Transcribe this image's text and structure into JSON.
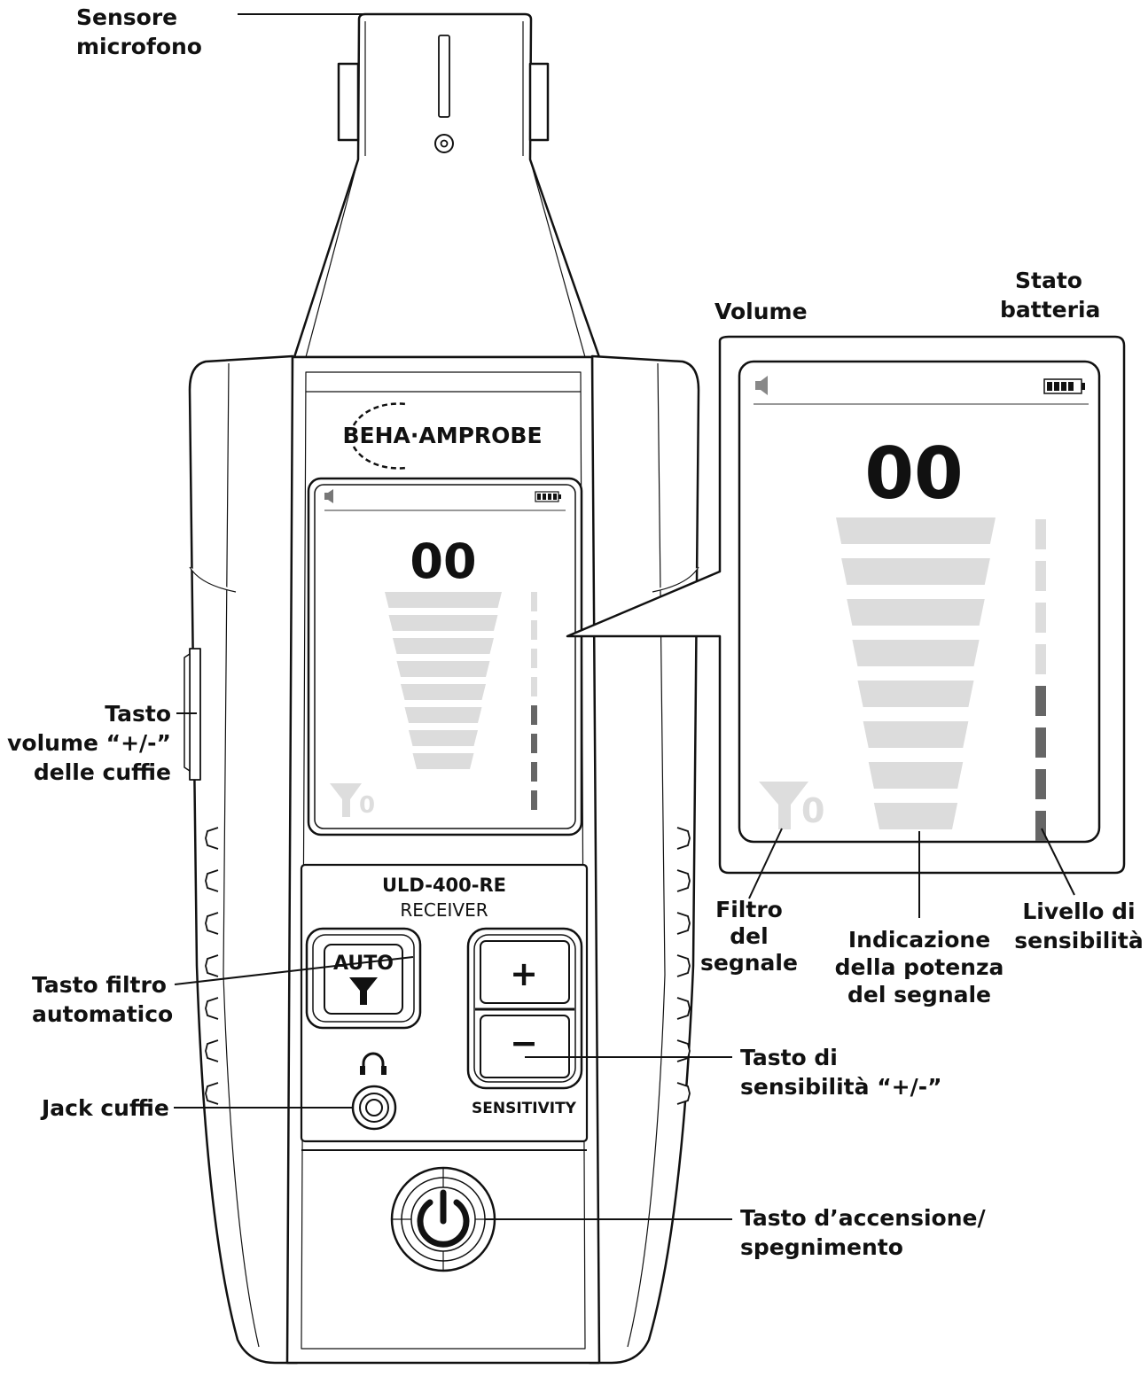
{
  "device": {
    "brand": "BEHA·AMPROBE",
    "model": "ULD-400-RE",
    "model_sub": "RECEIVER",
    "display_value": "00",
    "display_value_zoom": "00",
    "filter_value": "0",
    "auto_label": "AUTO",
    "plus_label": "+",
    "minus_label": "−",
    "sensitivity_label": "SENSITIVITY",
    "sensitivity_level": 4,
    "sensitivity_max": 8
  },
  "labels": {
    "sensor": [
      "Sensore",
      "microfono"
    ],
    "volume": [
      "Volume"
    ],
    "battery": [
      "Stato",
      "batteria"
    ],
    "headphone_volume": [
      "Tasto",
      "volume “+/-”",
      "delle cuffie"
    ],
    "auto_filter": [
      "Tasto filtro",
      "automatico"
    ],
    "jack": [
      "Jack cuffie"
    ],
    "signal_filter": [
      "Filtro",
      "del",
      "segnale"
    ],
    "signal_strength": [
      "Indicazione",
      "della potenza",
      "del segnale"
    ],
    "sensitivity_level": [
      "Livello di",
      "sensibilità"
    ],
    "sensitivity_button": [
      "Tasto di",
      "sensibilità “+/-”"
    ],
    "power_button": [
      "Tasto d’accensione/",
      "spegnimento"
    ]
  }
}
